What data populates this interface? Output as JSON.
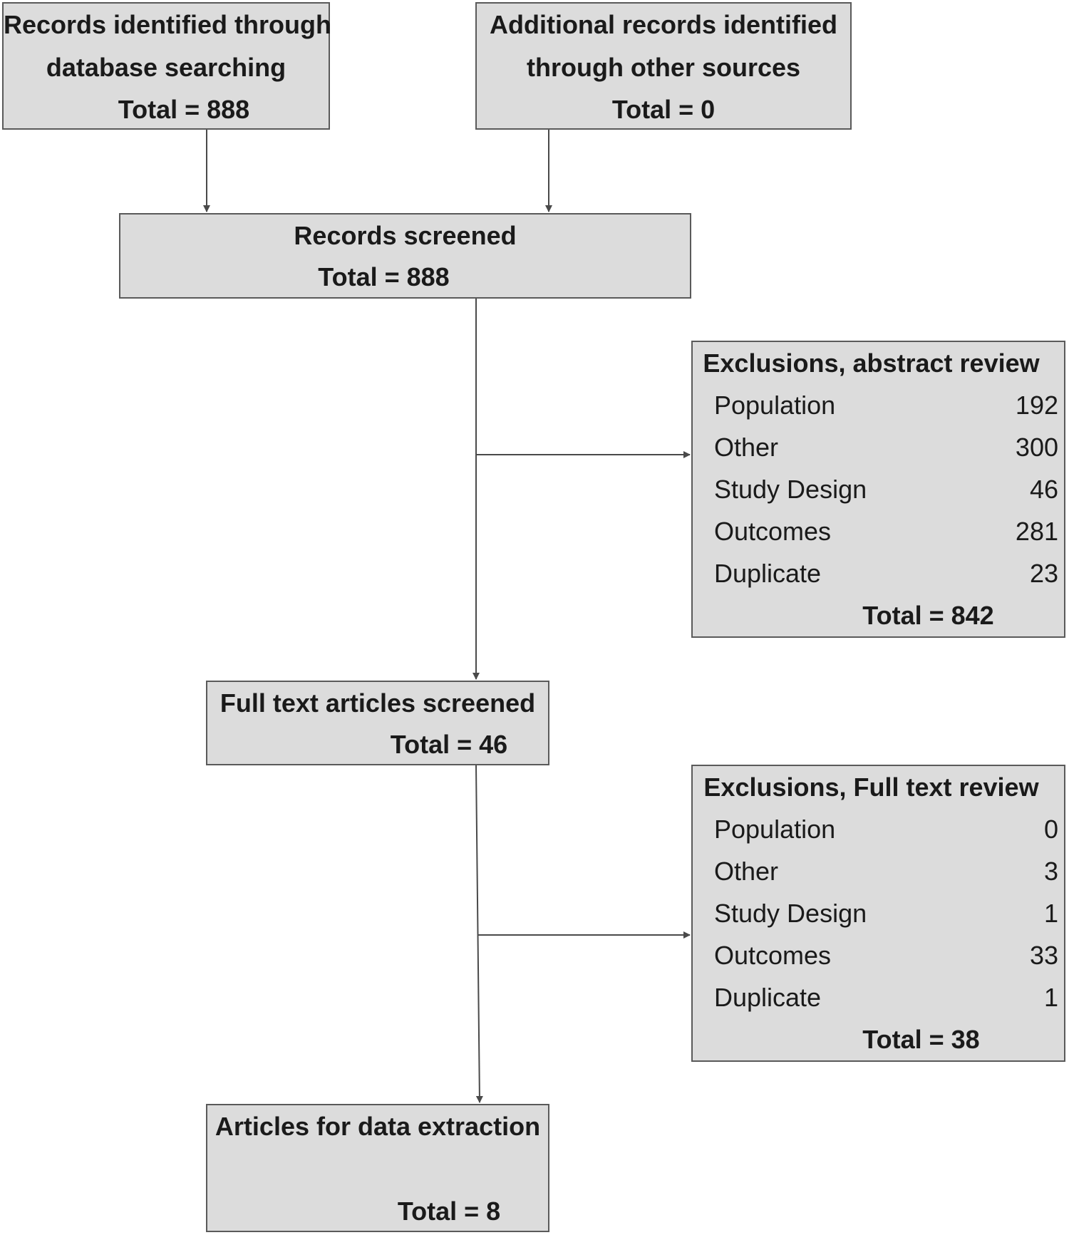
{
  "boxes": {
    "db_search": {
      "line1": "Records identified through",
      "line2": "database searching",
      "total": "Total =  888"
    },
    "other_sources": {
      "line1": "Additional records identified",
      "line2": "through other sources",
      "total": "Total =  0"
    },
    "screened": {
      "title": "Records screened",
      "total": "Total =  888"
    },
    "abstract_exclusions": {
      "title": "Exclusions, abstract review",
      "rows": [
        {
          "label": "Population",
          "value": "192"
        },
        {
          "label": "Other",
          "value": "300"
        },
        {
          "label": "Study Design",
          "value": "46"
        },
        {
          "label": "Outcomes",
          "value": "281"
        },
        {
          "label": "Duplicate",
          "value": "23"
        }
      ],
      "total": "Total = 842"
    },
    "fulltext_screened": {
      "title": "Full text articles screened",
      "total": "Total =  46"
    },
    "fulltext_exclusions": {
      "title": "Exclusions, Full text review",
      "rows": [
        {
          "label": "Population",
          "value": "0"
        },
        {
          "label": "Other",
          "value": "3"
        },
        {
          "label": "Study Design",
          "value": "1"
        },
        {
          "label": "Outcomes",
          "value": "33"
        },
        {
          "label": "Duplicate",
          "value": "1"
        }
      ],
      "total": "Total = 38"
    },
    "extraction": {
      "title": "Articles for data extraction",
      "total": "Total =  8"
    }
  },
  "colors": {
    "box_fill": "#dcdcdc",
    "box_border": "#5a5a5a",
    "arrow": "#4a4a4a",
    "text": "#1a1a1a"
  }
}
